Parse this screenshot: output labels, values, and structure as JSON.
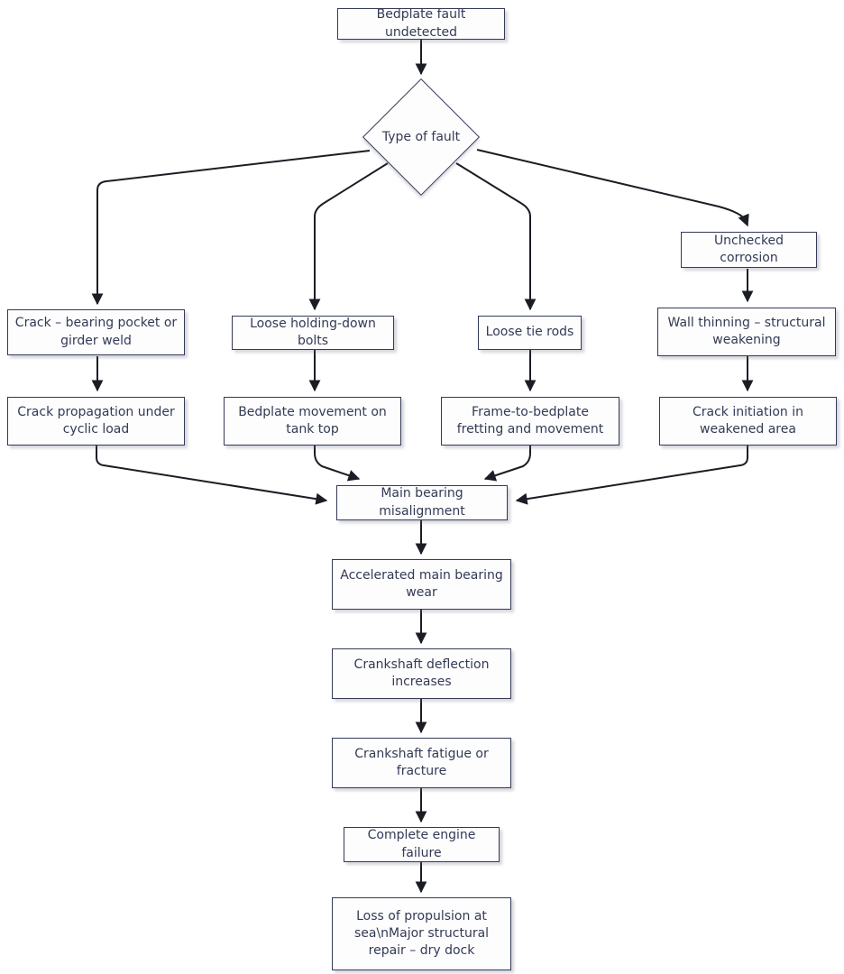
{
  "diagram": {
    "colors": {
      "background": "#ffffff",
      "node_border": "#343a58",
      "node_fill": "#fdfdfe",
      "text": "#333a54",
      "edge": "#1b1d24"
    },
    "nodes": {
      "start": "Bedplate fault undetected",
      "decision": "Type of fault",
      "crack_pocket": "Crack – bearing pocket or girder weld",
      "loose_bolts": "Loose holding-down bolts",
      "loose_tie_rods": "Loose tie rods",
      "unchecked_corrosion": "Unchecked corrosion",
      "wall_thinning": "Wall thinning – structural weakening",
      "crack_propagation": "Crack propagation under cyclic load",
      "bedplate_movement": "Bedplate movement on tank top",
      "fretting": "Frame-to-bedplate fretting and movement",
      "crack_initiation": "Crack initiation in weakened area",
      "misalignment": "Main bearing misalignment",
      "bearing_wear": "Accelerated main bearing wear",
      "deflection": "Crankshaft deflection increases",
      "fatigue": "Crankshaft fatigue or fracture",
      "engine_failure": "Complete engine failure",
      "loss_propulsion": "Loss of propulsion at sea\\nMajor structural repair – dry dock"
    }
  }
}
